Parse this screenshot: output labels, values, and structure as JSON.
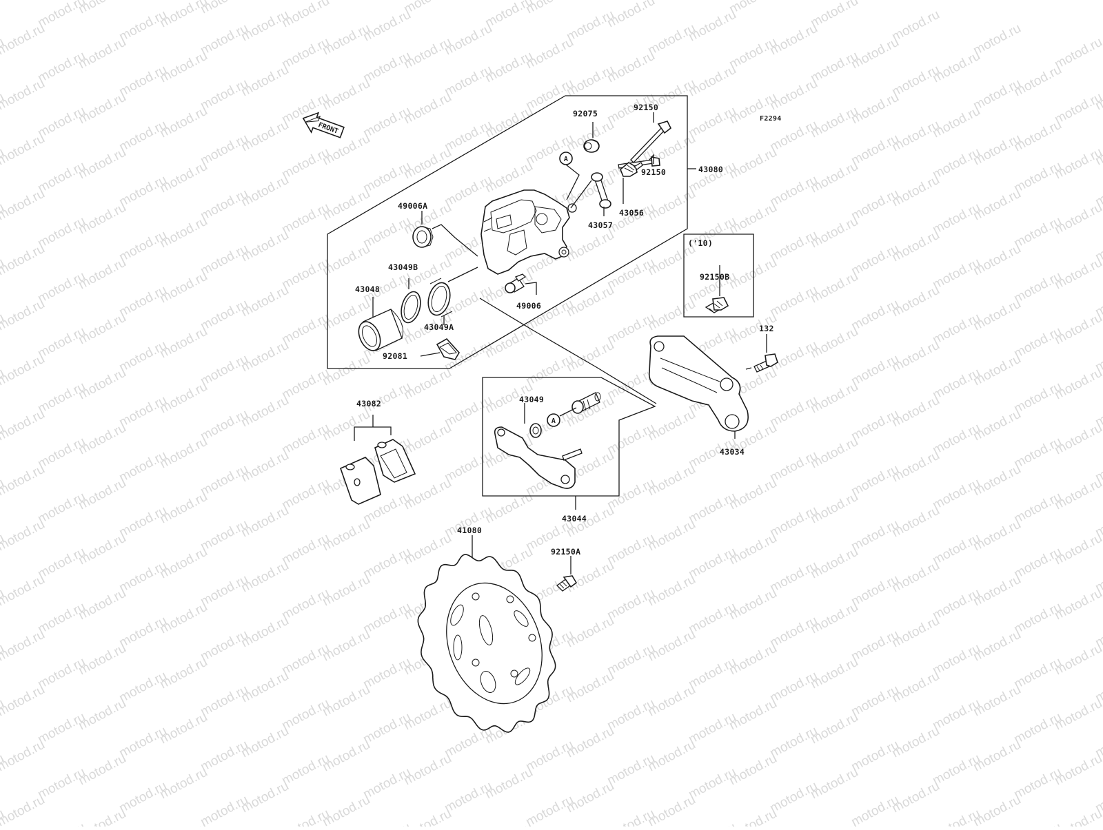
{
  "watermark": "motod.ru",
  "figure_code": "F2294",
  "front_arrow_label": "FRONT",
  "ref_marker": "A",
  "note": "('10)",
  "labels": {
    "l92075": "92075",
    "l92150_top": "92150",
    "l92150_mid": "92150",
    "l43080": "43080",
    "l43056": "43056",
    "l43057": "43057",
    "l49006A": "49006A",
    "l43049B": "43049B",
    "l43048": "43048",
    "l43049A": "43049A",
    "l49006": "49006",
    "l92081": "92081",
    "l92150B": "92150B",
    "l132": "132",
    "l43082": "43082",
    "l43049": "43049",
    "l43034": "43034",
    "l43044": "43044",
    "l41080": "41080",
    "l92150A": "92150A"
  }
}
